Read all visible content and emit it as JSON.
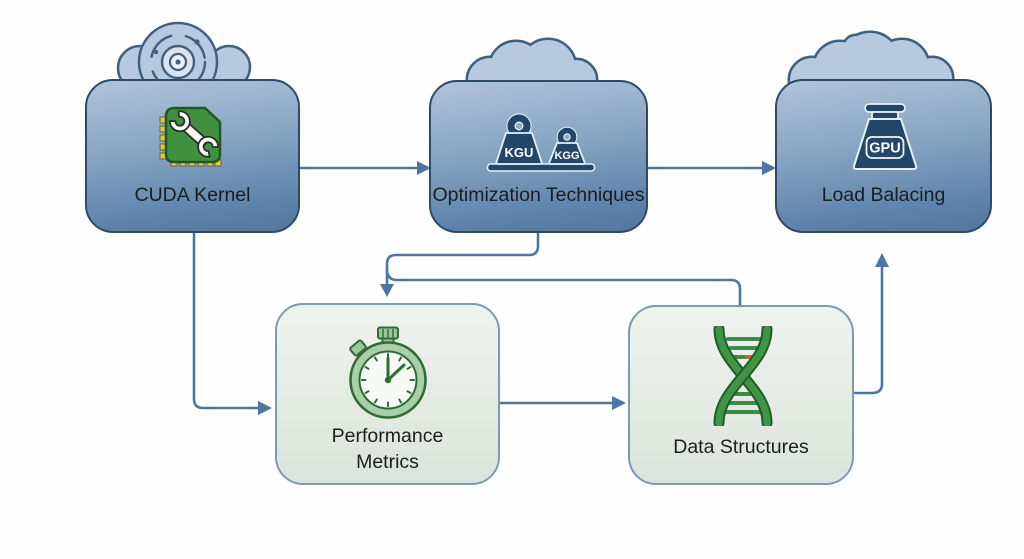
{
  "diagram": {
    "type": "flowchart",
    "background": "#ffffff",
    "nodes": [
      {
        "id": "cuda-kernel",
        "label": "CUDA Kernel",
        "icon": "chip-wrench-icon",
        "style": "blue-gradient",
        "row": "top"
      },
      {
        "id": "optimization-techniques",
        "label": "Optimization Techniques",
        "icon": "weights-icon",
        "style": "blue-gradient",
        "row": "top",
        "icon_labels": {
          "large": "KGU",
          "small": "KGG"
        }
      },
      {
        "id": "load-balacing",
        "label": "Load Balacing",
        "icon": "gpu-weight-icon",
        "style": "blue-gradient",
        "row": "top",
        "icon_labels": {
          "badge": "GPU"
        }
      },
      {
        "id": "performance-metrics",
        "label": "Performance Metrics",
        "icon": "stopwatch-icon",
        "style": "light-green-gradient",
        "row": "bottom"
      },
      {
        "id": "data-structures",
        "label": "Data Structures",
        "icon": "dna-icon",
        "style": "light-green-gradient",
        "row": "bottom"
      }
    ],
    "edges": [
      {
        "from": "cuda-kernel",
        "to": "optimization-techniques",
        "route": "straight-right",
        "arrowhead": true
      },
      {
        "from": "optimization-techniques",
        "to": "load-balacing",
        "route": "straight-right",
        "arrowhead": true
      },
      {
        "from": "cuda-kernel",
        "to": "performance-metrics",
        "route": "down-then-right",
        "arrowhead": true
      },
      {
        "from": "optimization-techniques",
        "to": "performance-metrics",
        "route": "down-left-down",
        "arrowhead": true
      },
      {
        "from": "optimization-techniques",
        "to": "data-structures",
        "route": "branch-right-down",
        "arrowhead": false
      },
      {
        "from": "performance-metrics",
        "to": "data-structures",
        "route": "straight-right",
        "arrowhead": true
      },
      {
        "from": "data-structures",
        "to": "load-balacing",
        "route": "right-then-up",
        "arrowhead": true
      }
    ],
    "decorations": [
      {
        "id": "gear-cloud",
        "behind": "cuda-kernel"
      },
      {
        "id": "cloud",
        "behind": "optimization-techniques"
      },
      {
        "id": "cloud",
        "behind": "load-balacing"
      }
    ],
    "colors": {
      "top_node_gradient_top": "#b1c4d9",
      "top_node_gradient_bottom": "#53769c",
      "top_node_border": "#2d4b69",
      "bottom_node_gradient_top": "#eff3ee",
      "bottom_node_gradient_bottom": "#dbe4dc",
      "bottom_node_border": "#7e99b2",
      "connector": "#4d77a3",
      "cloud_fill": "#b6c9de",
      "cloud_stroke": "#40607f",
      "icon_navy": "#24466b",
      "icon_chip_green": "#3f9140",
      "icon_pin_yellow": "#ddc84a",
      "icon_stopwatch_green": "#a9cfaa",
      "icon_stroke_green": "#2f6b33",
      "dna_green": "#3f9447",
      "dna_accent_orange": "#d2603a",
      "label_text": "#1d1d1d"
    }
  }
}
